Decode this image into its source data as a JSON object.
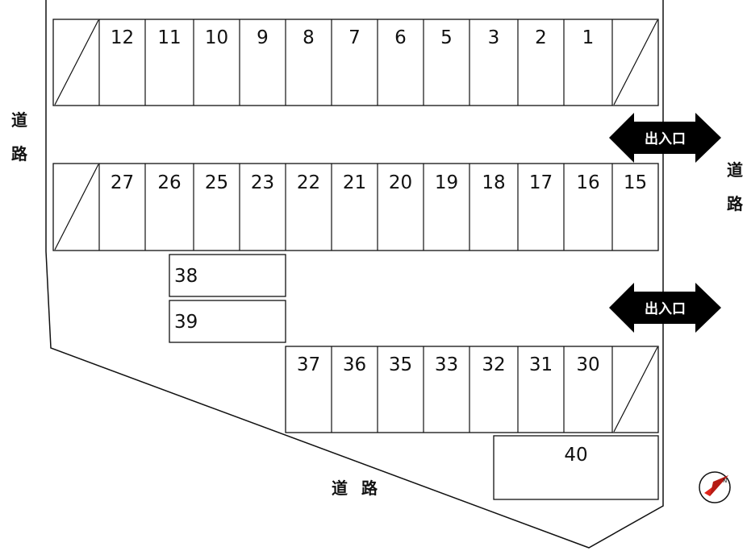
{
  "road_label": "道路",
  "road_left": [
    "道",
    "路"
  ],
  "road_right": [
    "道",
    "路"
  ],
  "road_bottom": [
    "道",
    "路"
  ],
  "entrance_label": "出入口",
  "colors": {
    "line": "#111111",
    "arrow": "#000000",
    "arrow_text": "#ffffff",
    "compass_needle": "#e0241b"
  },
  "compass_icon": "north-compass-icon",
  "rows": {
    "row_a": [
      "",
      "12",
      "11",
      "10",
      "9",
      "8",
      "7",
      "6",
      "5",
      "3",
      "2",
      "1",
      ""
    ],
    "row_b": [
      "",
      "27",
      "26",
      "25",
      "23",
      "22",
      "21",
      "20",
      "19",
      "18",
      "17",
      "16",
      "15"
    ],
    "row_c": [
      "37",
      "36",
      "35",
      "33",
      "32",
      "31",
      "30",
      ""
    ]
  },
  "singles": {
    "s38": "38",
    "s39": "39",
    "s40": "40"
  }
}
